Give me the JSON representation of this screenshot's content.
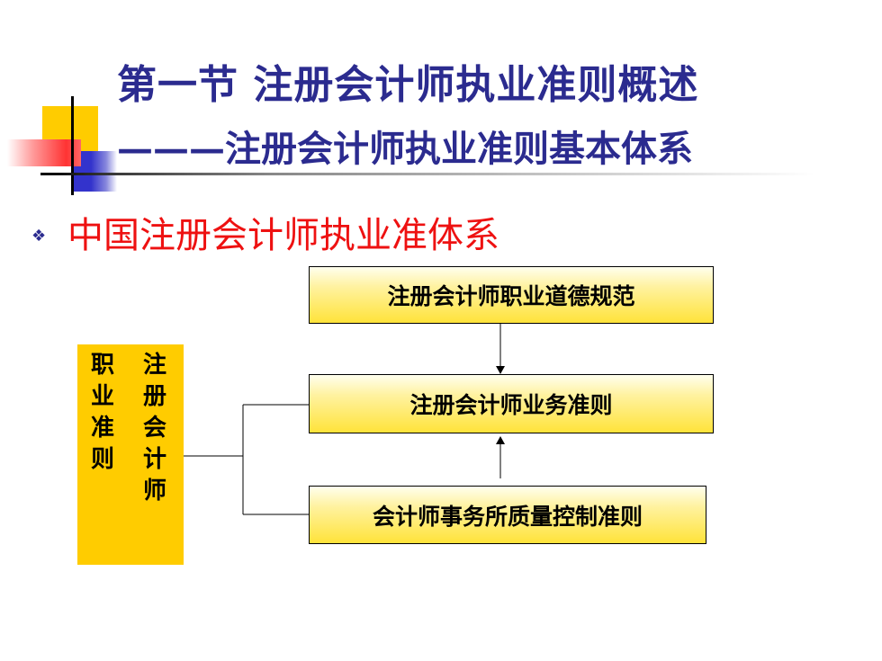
{
  "title": {
    "line1": "第一节   注册会计师执业准则概述",
    "line2": "———注册会计师执业准则基本体系"
  },
  "bullet": {
    "icon": "diamond-bullet-icon",
    "text": "中国注册会计师执业准体系"
  },
  "left_box": {
    "column_right": [
      "注",
      "册",
      "会",
      "计",
      "师"
    ],
    "column_left": [
      "职",
      "业",
      "准",
      "则"
    ]
  },
  "boxes": {
    "top": "注册会计师职业道德规范",
    "middle": "注册会计师业务准则",
    "bottom": "会计师事务所质量控制准则"
  },
  "colors": {
    "title": "#2B2B8F",
    "bullet_text": "#EE1111",
    "box_fill": "#FFCC00"
  }
}
